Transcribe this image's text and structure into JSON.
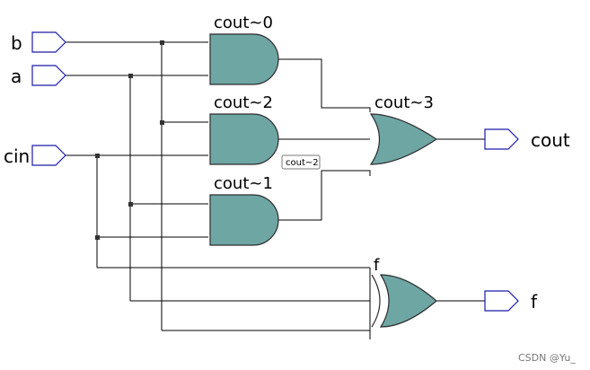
{
  "inputs": {
    "b": "b",
    "a": "a",
    "cin": "cin"
  },
  "outputs": {
    "cout": "cout",
    "f": "f"
  },
  "gates": {
    "and0": "cout~0",
    "and2": "cout~2",
    "and1": "cout~1",
    "or3": "cout~3",
    "xor": "f"
  },
  "tooltip": "cout~2",
  "watermark": "CSDN @Yu_",
  "colors": {
    "gate_fill": "#6ea6a4",
    "pin_stroke": "#1a1aa8"
  }
}
